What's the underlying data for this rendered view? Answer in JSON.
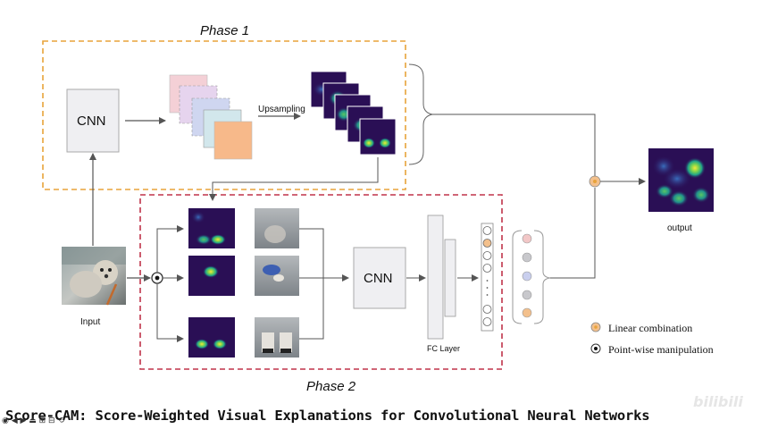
{
  "phase1": {
    "title": "Phase 1",
    "cnn_label": "CNN",
    "upsampling_label": "Upsampling"
  },
  "phase2": {
    "title": "Phase 2",
    "cnn_label": "CNN",
    "fc_label": "FC Layer"
  },
  "input_label": "Input",
  "output_label": "output",
  "legend": {
    "linear": "Linear combination",
    "pointwise": "Point-wise manipulation"
  },
  "caption": "Score-CAM: Score-Weighted Visual Explanations for Convolutional Neural Networks",
  "player_controls": "◉ ◀ ▶ ⏏ ⊞ ⊟ ⟲",
  "watermark": "bilibili",
  "colors": {
    "phase1_border": "#e8a33a",
    "phase2_border": "#c0344a",
    "cnn_fill": "#efeff2",
    "node_orange": "#f3c08c",
    "node_gray": "#c8c8cc",
    "node_pink": "#f2c7c7",
    "node_blue": "#c9cfee",
    "heatmap_base": "#2a0f55"
  }
}
